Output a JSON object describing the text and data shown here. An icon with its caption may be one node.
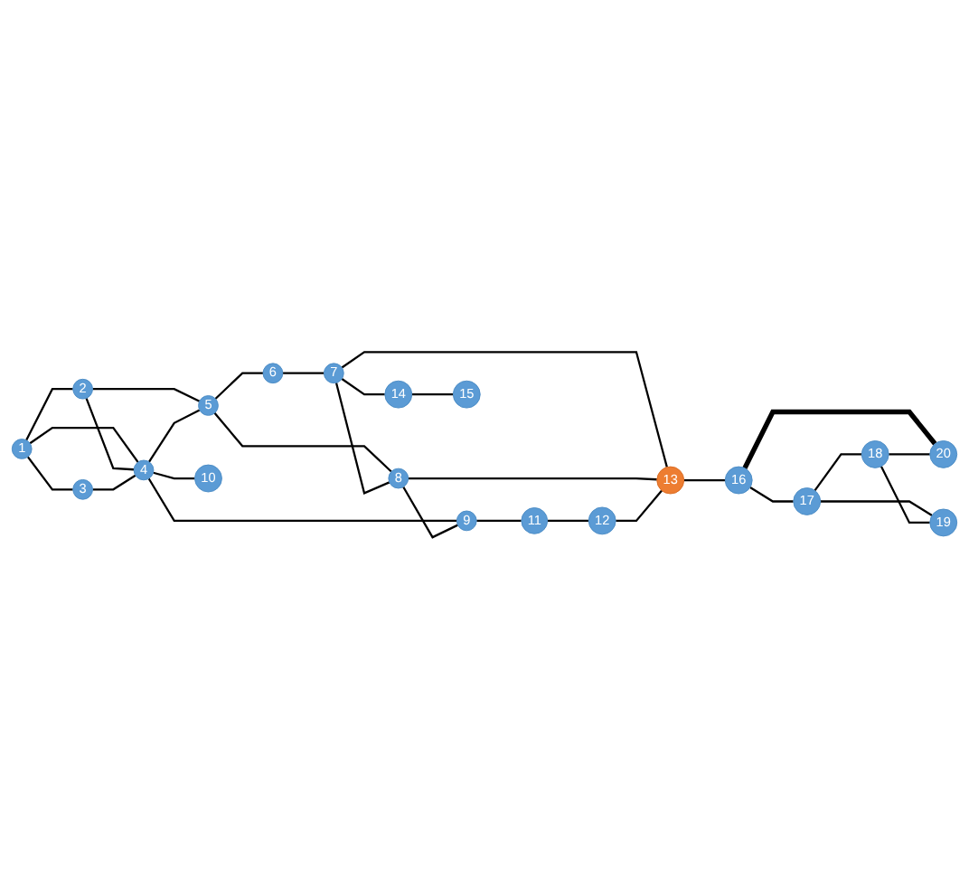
{
  "diagram": {
    "nodes": [
      {
        "text": [
          "1"
        ]
      },
      {
        "text": [
          "2"
        ]
      },
      {
        "text": [
          "3"
        ]
      },
      {
        "text": [
          "4"
        ]
      },
      {
        "text": [
          "5"
        ]
      },
      {
        "text": [
          "6"
        ]
      },
      {
        "text": [
          "7"
        ]
      },
      {
        "text": [
          "8"
        ]
      },
      {
        "text": [
          "9"
        ]
      },
      {
        "text": [
          "10"
        ]
      },
      {
        "text": [
          "11"
        ]
      },
      {
        "text": [
          "12"
        ]
      },
      {
        "text": [
          "13"
        ]
      },
      {
        "text": [
          "14"
        ]
      },
      {
        "text": [
          "15"
        ]
      },
      {
        "text": [
          "16"
        ]
      },
      {
        "text": [
          "17"
        ]
      },
      {
        "text": [
          "18"
        ]
      },
      {
        "text": [
          "19"
        ]
      },
      {
        "text": [
          "20"
        ]
      }
    ],
    "edges": [
      {
        "from": 0,
        "to": 1,
        "arrow": "none"
      },
      {
        "from": 0,
        "to": 2,
        "arrow": "none"
      },
      {
        "from": 0,
        "to": 3,
        "arrow": "none"
      },
      {
        "from": 1,
        "to": 3,
        "arrow": "none"
      },
      {
        "from": 1,
        "to": 4,
        "arrow": "none"
      },
      {
        "from": 2,
        "to": 3,
        "arrow": "none"
      },
      {
        "from": 3,
        "to": 4,
        "arrow": "none"
      },
      {
        "from": 3,
        "to": 8,
        "arrow": "none"
      },
      {
        "from": 3,
        "to": 9,
        "arrow": "none"
      },
      {
        "from": 4,
        "to": 5,
        "arrow": "none"
      },
      {
        "from": 4,
        "to": 7,
        "arrow": "none"
      },
      {
        "from": 5,
        "to": 6,
        "arrow": "none"
      },
      {
        "from": 6,
        "to": 13,
        "arrow": "none"
      },
      {
        "from": 13,
        "to": 14,
        "arrow": "none"
      },
      {
        "from": 6,
        "to": 7,
        "arrow": "none"
      },
      {
        "from": 6,
        "to": 12,
        "arrow": "none"
      },
      {
        "from": 7,
        "to": 8,
        "arrow": "none"
      },
      {
        "from": 7,
        "to": 12,
        "arrow": "none"
      },
      {
        "from": 8,
        "to": 10,
        "arrow": "none"
      },
      {
        "from": 10,
        "to": 11,
        "arrow": "none"
      },
      {
        "from": 11,
        "to": 12,
        "arrow": "none"
      },
      {
        "from": 12,
        "to": 15,
        "arrow": "none"
      },
      {
        "from": 15,
        "to": 19,
        "arrow": "none",
        "style": "thick"
      },
      {
        "from": 15,
        "to": 16,
        "arrow": "none"
      },
      {
        "from": 16,
        "to": 17,
        "arrow": "none"
      },
      {
        "from": 17,
        "to": 19,
        "arrow": "none"
      },
      {
        "from": 16,
        "to": 18,
        "arrow": "none"
      },
      {
        "from": 17,
        "to": 18,
        "arrow": "none"
      }
    ]
  }
}
